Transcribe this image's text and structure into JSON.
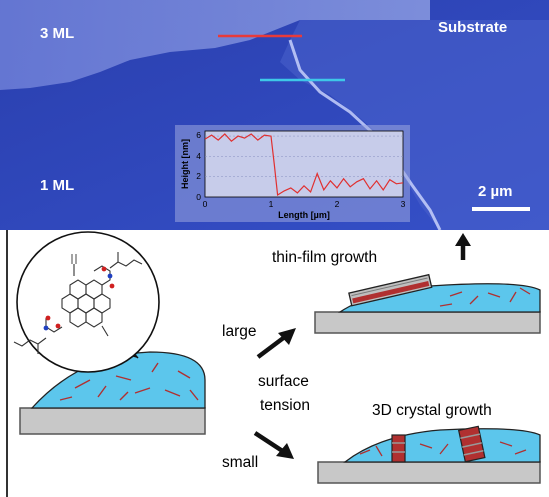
{
  "afm": {
    "label_3ml": "3 ML",
    "label_1ml": "1 ML",
    "label_substrate": "Substrate",
    "scale_bar": "2 µm",
    "colors": {
      "background": "#2f46b8",
      "red_line": "#e83a3a",
      "cyan_line": "#3ec8e8"
    }
  },
  "inset": {
    "ylabel": "Height [nm]",
    "xlabel": "Length [µm]",
    "x_ticks": [
      "0",
      "1",
      "2",
      "3"
    ],
    "y_ticks": [
      "0",
      "2",
      "4",
      "6"
    ]
  },
  "chart_data": {
    "type": "line",
    "xlabel": "Length [µm]",
    "ylabel": "Height [nm]",
    "xlim": [
      0,
      3
    ],
    "ylim": [
      0,
      6.5
    ],
    "series": [
      {
        "color": "#e03030",
        "x": [
          0,
          0.1,
          0.2,
          0.3,
          0.4,
          0.5,
          0.6,
          0.7,
          0.8,
          0.9,
          1.0,
          1.05,
          1.1,
          1.2,
          1.3,
          1.4,
          1.5,
          1.6,
          1.7,
          1.8,
          1.9,
          2.0,
          2.1,
          2.2,
          2.3,
          2.4,
          2.5,
          2.6,
          2.7,
          2.8,
          2.9,
          3.0
        ],
        "y": [
          5.7,
          6.1,
          5.6,
          6.2,
          5.5,
          6.0,
          5.8,
          6.2,
          5.6,
          6.1,
          6.0,
          3.2,
          0.2,
          0.6,
          0.9,
          0.4,
          1.1,
          0.5,
          2.3,
          0.7,
          1.6,
          0.9,
          1.8,
          1.0,
          1.5,
          1.8,
          0.8,
          1.6,
          0.7,
          1.7,
          1.3,
          1.4
        ]
      }
    ]
  },
  "schematic": {
    "label_thin_film": "thin-film growth",
    "label_large": "large",
    "label_surface": "surface",
    "label_tension": "tension",
    "label_small": "small",
    "label_3d": "3D crystal growth",
    "colors": {
      "droplet": "#5cc6ec",
      "substrate": "#c8c8c8",
      "needle": "#b03030"
    }
  }
}
